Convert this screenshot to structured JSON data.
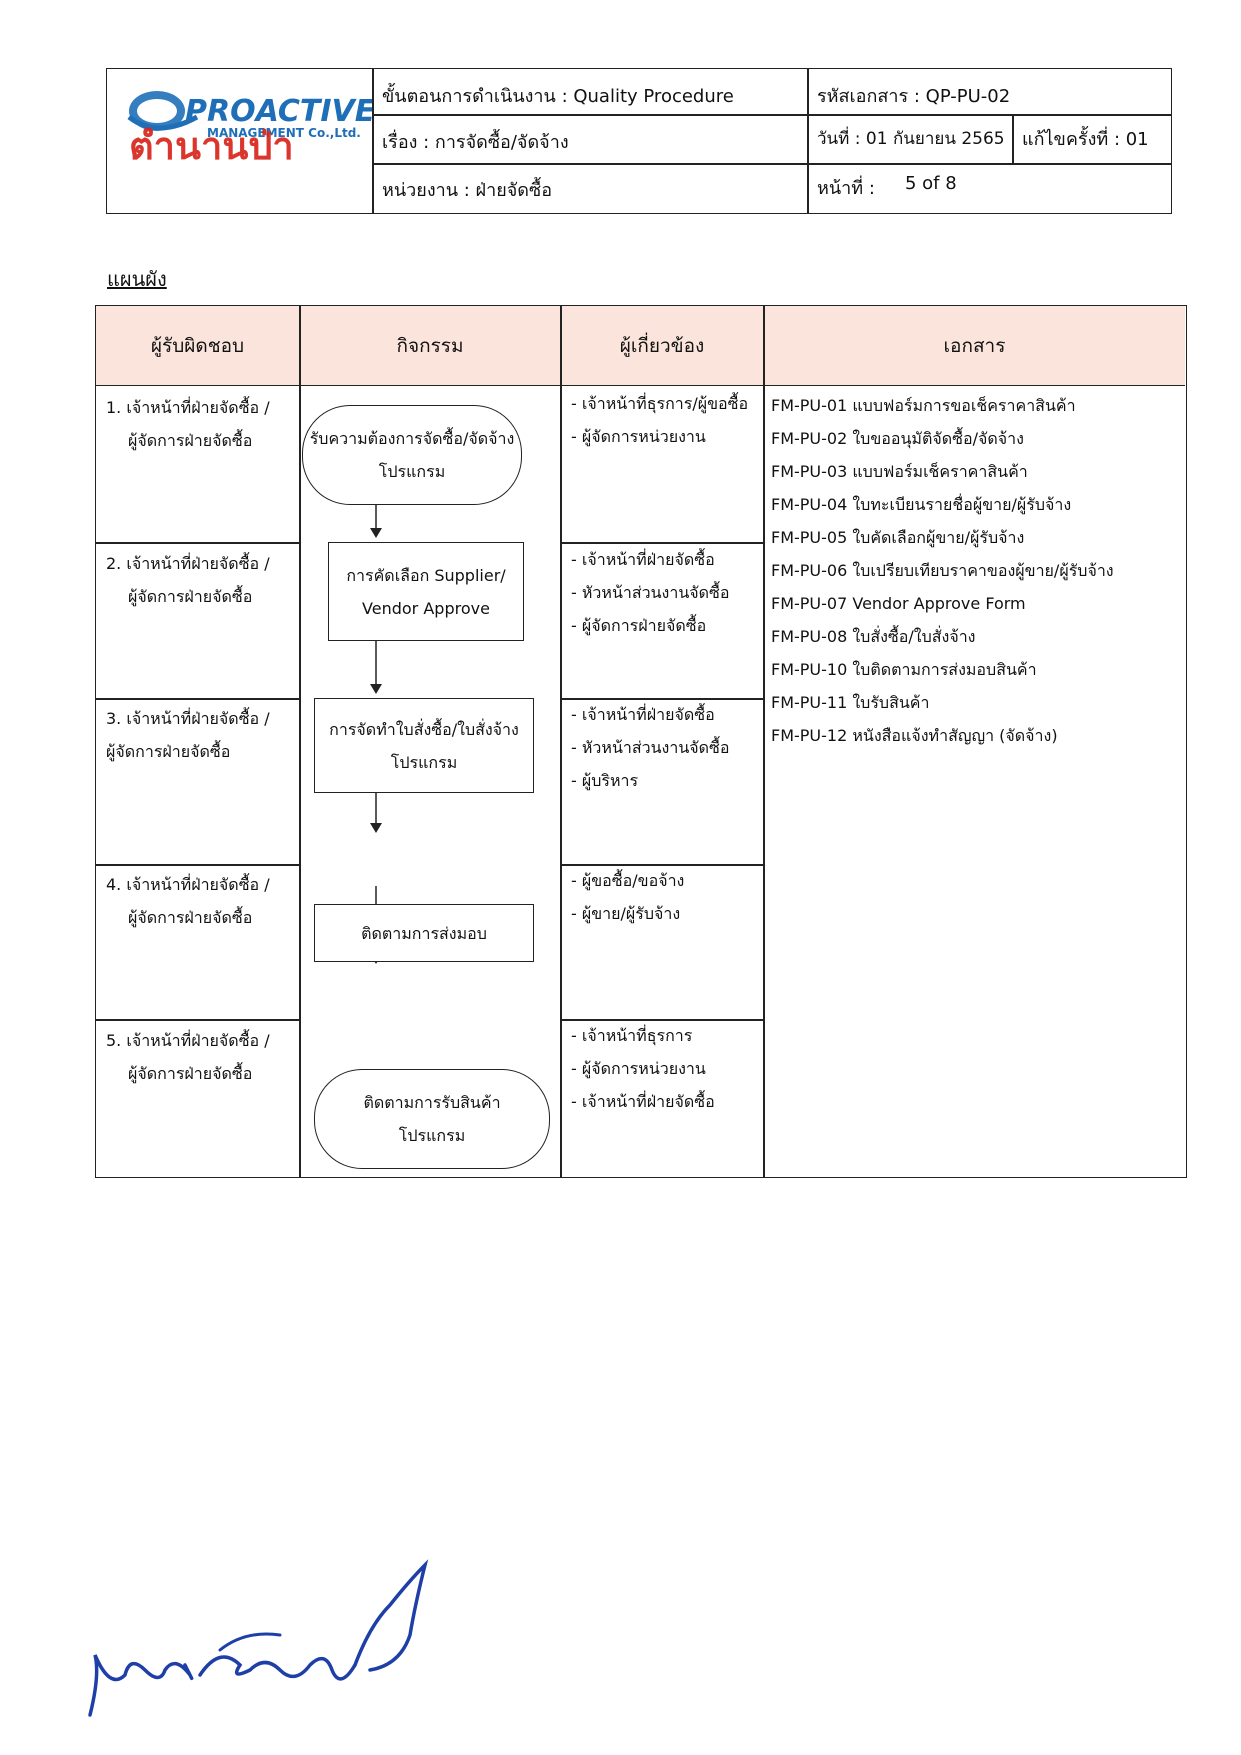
{
  "header": {
    "logo": {
      "brand": "PROACTIVE",
      "subtitle": "MANAGEMENT Co.,Ltd.",
      "overlay": "ตำนานป่า"
    },
    "procedure": "ขั้นตอนการดำเนินงาน : Quality Procedure",
    "doc_code": "รหัสเอกสาร : QP-PU-02",
    "subject": "เรื่อง  : การจัดซื้อ/จัดจ้าง",
    "date": "วันที่  : 01 กันยายน 2565",
    "revision": "แก้ไขครั้งที่ : 01",
    "department": "หน่วยงาน : ฝ่ายจัดซื้อ",
    "page_label": "หน้าที่  :",
    "page_value": "5 of 8"
  },
  "section_title": "แผนผัง",
  "table": {
    "headers": [
      "ผู้รับผิดชอบ",
      "กิจกรรม",
      "ผู้เกี่ยวข้อง",
      "เอกสาร"
    ],
    "rows": [
      {
        "resp": [
          "1. เจ้าหน้าที่ฝ่ายจัดซื้อ /",
          "ผู้จัดการฝ่ายจัดซื้อ"
        ],
        "activity": [
          "รับความต้องการจัดซื้อ/จัดจ้าง",
          "โปรแกรม"
        ],
        "related": [
          "-  เจ้าหน้าที่ธุรการ/ผู้ขอซื้อ",
          "-  ผู้จัดการหน่วยงาน"
        ]
      },
      {
        "resp": [
          "2. เจ้าหน้าที่ฝ่ายจัดซื้อ /",
          "ผู้จัดการฝ่ายจัดซื้อ"
        ],
        "activity": [
          "การคัดเลือก Supplier/",
          "Vendor Approve"
        ],
        "related": [
          "-  เจ้าหน้าที่ฝ่ายจัดซื้อ",
          "-  หัวหน้าส่วนงานจัดซื้อ",
          "-  ผู้จัดการฝ่ายจัดซื้อ"
        ]
      },
      {
        "resp": [
          "3. เจ้าหน้าที่ฝ่ายจัดซื้อ  /",
          "ผู้จัดการฝ่ายจัดซื้อ"
        ],
        "activity": [
          "การจัดทำใบสั่งซื้อ/ใบสั่งจ้าง",
          "โปรแกรม"
        ],
        "related": [
          "-  เจ้าหน้าที่ฝ่ายจัดซื้อ",
          "-  หัวหน้าส่วนงานจัดซื้อ",
          "-  ผู้บริหาร"
        ]
      },
      {
        "resp": [
          "4. เจ้าหน้าที่ฝ่ายจัดซื้อ /",
          "ผู้จัดการฝ่ายจัดซื้อ"
        ],
        "activity": [
          "ติดตามการส่งมอบ"
        ],
        "related": [
          "-  ผู้ขอซื้อ/ขอจ้าง",
          "-  ผู้ขาย/ผู้รับจ้าง"
        ]
      },
      {
        "resp": [
          "5. เจ้าหน้าที่ฝ่ายจัดซื้อ /",
          "ผู้จัดการฝ่ายจัดซื้อ"
        ],
        "activity": [
          "ติดตามการรับสินค้า",
          "โปรแกรม"
        ],
        "related": [
          "-  เจ้าหน้าที่ธุรการ",
          "-  ผู้จัดการหน่วยงาน",
          "-  เจ้าหน้าที่ฝ่ายจัดซื้อ"
        ]
      }
    ],
    "documents": [
      "FM-PU-01  แบบฟอร์มการขอเช็คราคาสินค้า",
      "FM-PU-02  ใบขออนุมัติจัดซื้อ/จัดจ้าง",
      "FM-PU-03  แบบฟอร์มเช็คราคาสินค้า",
      "FM-PU-04  ใบทะเบียนรายชื่อผู้ขาย/ผู้รับจ้าง",
      "FM-PU-05  ใบคัดเลือกผู้ขาย/ผู้รับจ้าง",
      "FM-PU-06  ใบเปรียบเทียบราคาของผู้ขาย/ผู้รับจ้าง",
      "FM-PU-07  Vendor Approve Form",
      "FM-PU-08  ใบสั่งซื้อ/ใบสั่งจ้าง",
      "FM-PU-10  ใบติดตามการส่งมอบสินค้า",
      "FM-PU-11  ใบรับสินค้า",
      "FM-PU-12  หนังสือแจ้งทำสัญญา (จัดจ้าง)"
    ]
  },
  "colors": {
    "header_fill": "#fbe4dc",
    "logo_blue": "#1e6fb8",
    "logo_red": "#d9251c",
    "signature_blue": "#1f3fa8"
  }
}
